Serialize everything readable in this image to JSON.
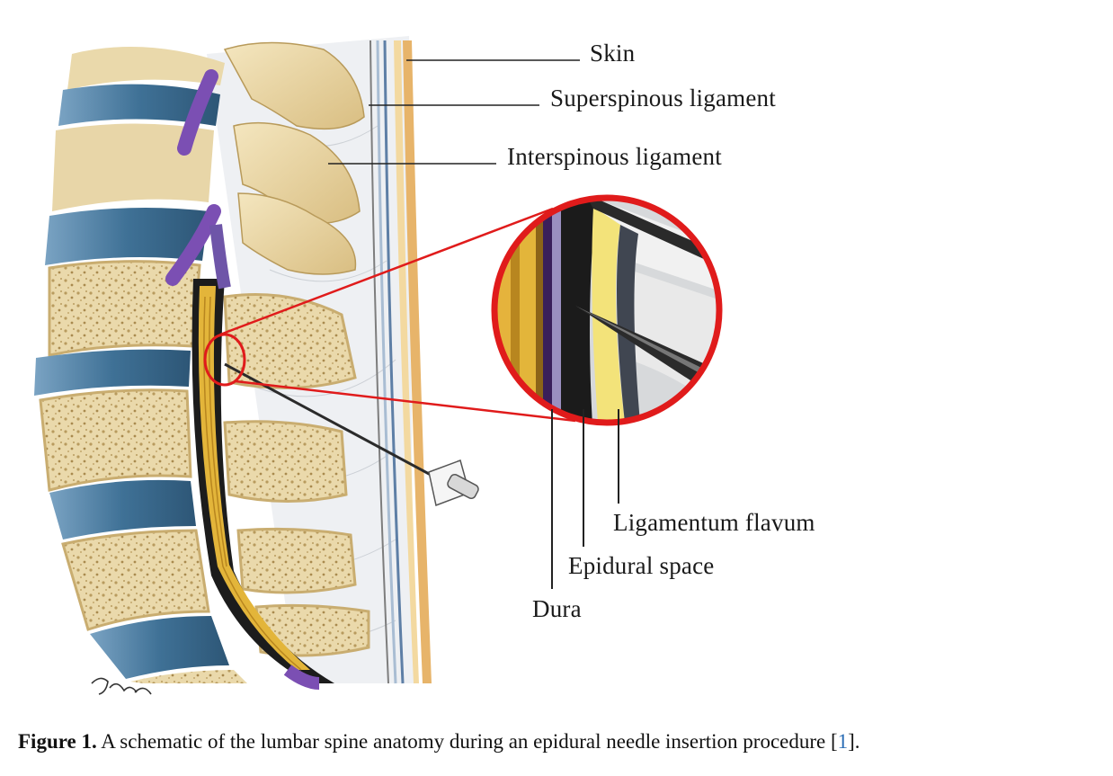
{
  "labels": {
    "skin": "Skin",
    "superspinous": "Superspinous ligament",
    "interspinous": "Interspinous ligament",
    "ligamentum_flavum": "Ligamentum flavum",
    "epidural_space": "Epidural space",
    "dura": "Dura"
  },
  "caption": {
    "figure_label": "Figure 1.",
    "text": " A schematic of the lumbar spine anatomy during an epidural needle insertion procedure [",
    "ref": "1",
    "end": "]."
  },
  "colors": {
    "disc": "#3f7196",
    "bone": "#ead9ab",
    "nerve": "#7b4fb3",
    "cord": "#e3b53a",
    "callout": "#e01b1b",
    "needle": "#2b2b2b"
  }
}
